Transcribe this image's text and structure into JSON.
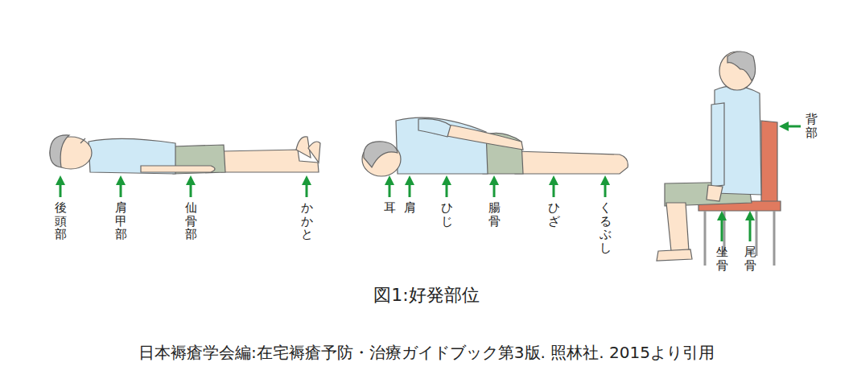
{
  "diagram": {
    "caption": "図1:好発部位",
    "labels": [
      "後頭部",
      "肩甲部",
      "仙骨部",
      "かかと",
      "耳",
      "肩",
      "ひじ",
      "腸骨",
      "ひざ",
      "くるぶし",
      "背部",
      "坐骨",
      "尾骨",
      "日本褥瘡学会編:在宅褥瘡予防・治療ガイドブック第3版. 照林社. 2015より引用"
    ]
  }
}
